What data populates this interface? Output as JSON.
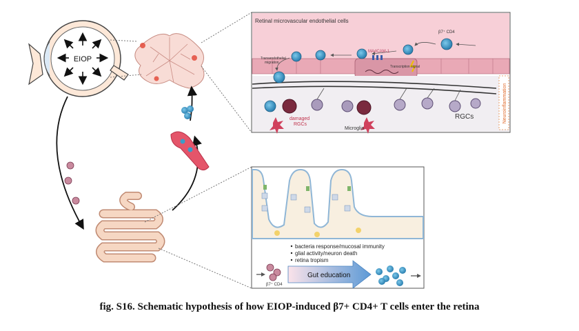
{
  "eye": {
    "label": "EIOP"
  },
  "retina_panel": {
    "title": "Retinal microvascular endothelial cells",
    "cell_label": "β7⁺ CD4",
    "madcam_label": "MAdCAM-1",
    "transcription_label": "Transcription signal",
    "migration_label_line1": "Transendothelial",
    "migration_label_line2": "migration",
    "side_label": "Neuroinflammation",
    "damaged_label_line1": "damaged",
    "damaged_label_line2": "RGCs",
    "microglia_label": "Microglia",
    "rgcs_label": "RGCs"
  },
  "gut_panel": {
    "bullets": [
      "bacteria response/mucosal immunity",
      "glial activity/neuron death",
      "retina tropism"
    ],
    "cell_label": "β7⁺ CD4",
    "education_label": "Gut education"
  },
  "caption": "fig. S16. Schematic hypothesis of how EIOP-induced β7+ CD4+ T cells enter the retina",
  "colors": {
    "vessel": "#f3c7cf",
    "vessel_dark": "#d98f9c",
    "tcell": "#3a9cc9",
    "gut": "#f6d7c3",
    "arrow_blue": "#6fa6d8"
  }
}
